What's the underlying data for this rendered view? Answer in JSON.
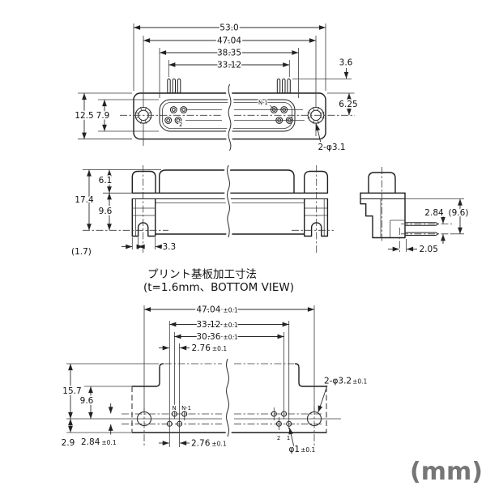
{
  "unit_label": "(mm)",
  "pcb_note": {
    "title": "プリント基板加工寸法",
    "subtitle": "(t=1.6mm、BOTTOM VIEW)"
  },
  "top_view": {
    "dim_overall_width": "53.0",
    "dim_mount_hole_span": "47.04",
    "dim_shell_width": "38.35",
    "dim_pin_span": "33.12",
    "dim_pin_height": "3.6",
    "dim_shell_to_center": "6.25",
    "dim_overall_height": "12.5",
    "dim_shell_height": "7.9",
    "mount_hole_note": "2-φ3.1",
    "pin_label_n_minus_1": "N-1",
    "pin_label_2": "2"
  },
  "front_view": {
    "dim_post_height": "6.1",
    "dim_overall_height": "17.4",
    "dim_body_height": "9.6",
    "dim_leg_offset": "3.3",
    "dim_leg_edge_ref": "(1.7)"
  },
  "side_view": {
    "dim_pin_row_spacing": "2.84",
    "dim_depth_ref": "(9.6)",
    "dim_pin_offset": "2.05"
  },
  "bottom_view": {
    "dim_mount_hole_span": {
      "value": "47.04",
      "tol": "±0.1"
    },
    "dim_pin_span_row2": {
      "value": "33.12",
      "tol": "±0.1"
    },
    "dim_pin_span_row1": {
      "value": "30.36",
      "tol": "±0.1"
    },
    "dim_pin_pitch_top": {
      "value": "2.76",
      "tol": "±0.1"
    },
    "dim_pin_pitch_bottom": {
      "value": "2.76",
      "tol": "±0.1"
    },
    "dim_edge_to_center": "15.7",
    "dim_step_to_center": "9.6",
    "dim_center_to_edge": "2.9",
    "dim_row_spacing": {
      "value": "2.84",
      "tol": "±0.1"
    },
    "mount_hole_note": {
      "value": "2-φ3.2",
      "tol": "±0.1"
    },
    "pin_hole_note": {
      "value": "φ1",
      "tol": "±0.1"
    },
    "pin_label_n": "N",
    "pin_label_n_minus_1": "N-1",
    "pin_label_2": "2",
    "pin_label_1": "1"
  }
}
